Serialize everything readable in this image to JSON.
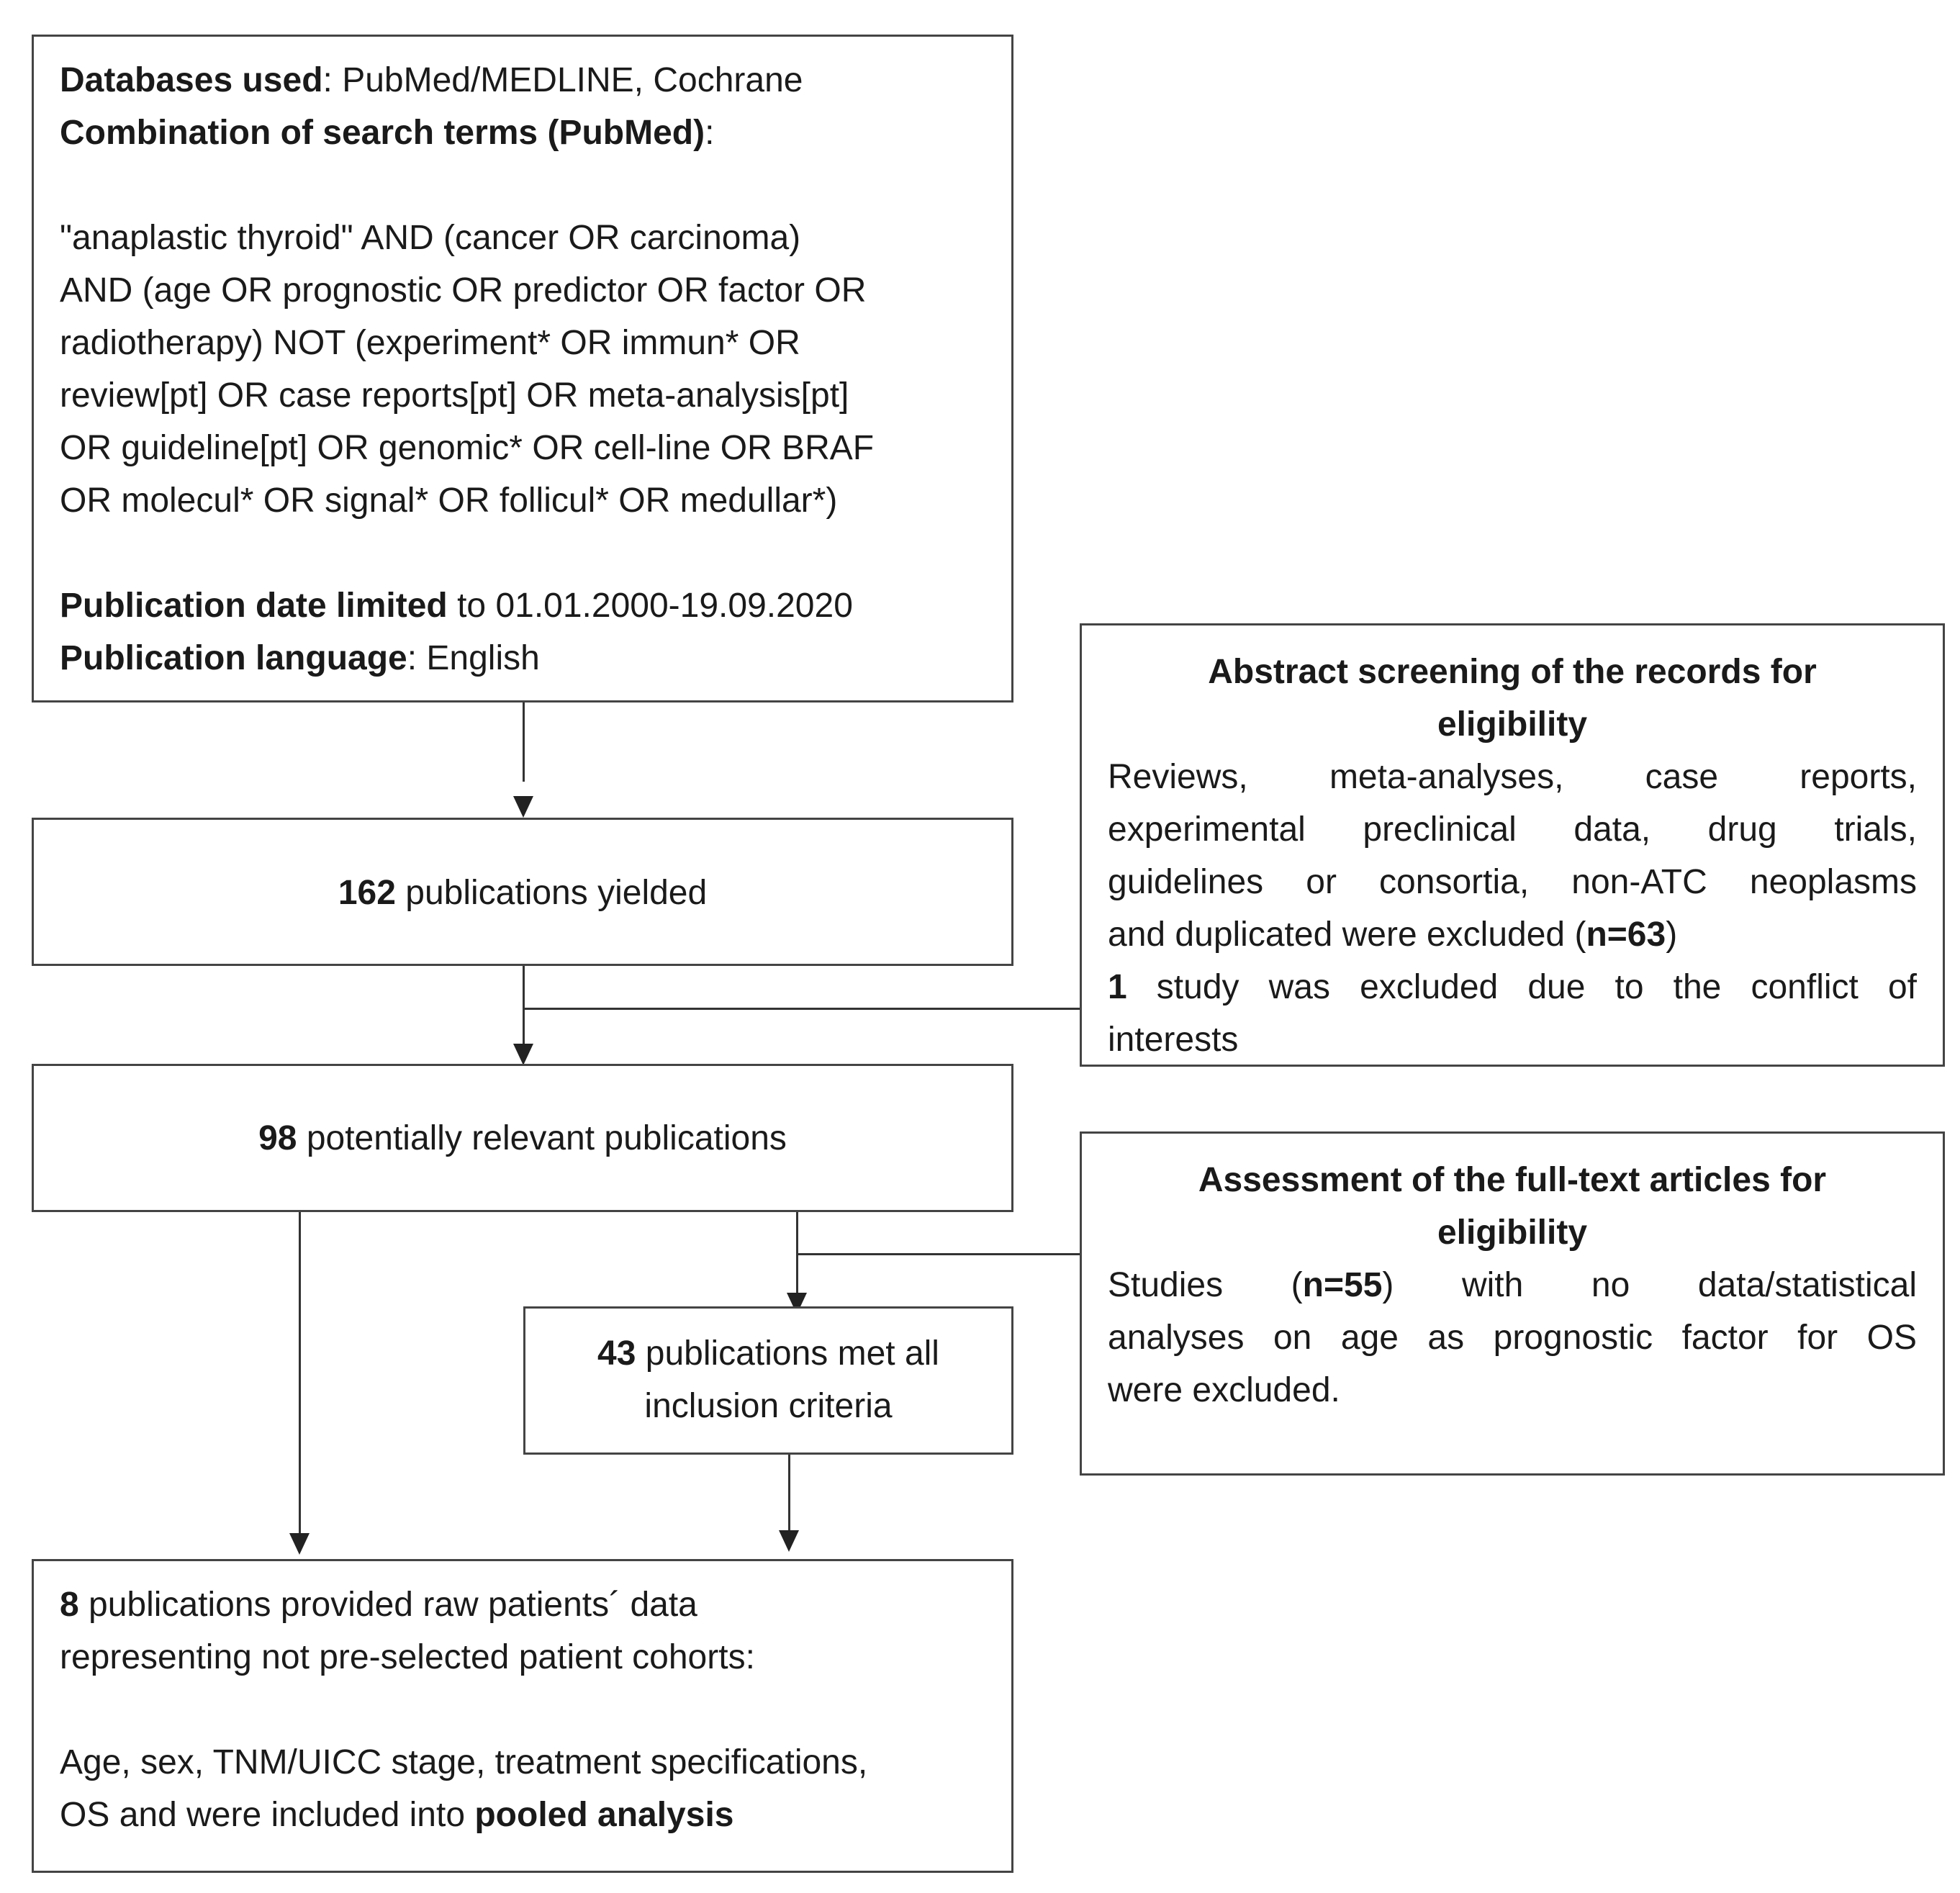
{
  "search_box": {
    "databases_label": "Databases used",
    "databases_value": ": PubMed/MEDLINE, Cochrane",
    "terms_label": "Combination of search terms (PubMed)",
    "terms_suffix": ":",
    "query_lines": [
      "\"anaplastic thyroid\" AND (cancer OR carcinoma)",
      "AND (age OR prognostic OR predictor OR factor OR",
      "radiotherapy) NOT (experiment* OR immun* OR",
      "review[pt] OR case reports[pt] OR meta-analysis[pt]",
      "OR guideline[pt] OR genomic* OR cell-line OR BRAF",
      "OR molecul* OR signal* OR follicul* OR medullar*)"
    ],
    "date_label": "Publication date limited",
    "date_value": " to 01.01.2000-19.09.2020",
    "language_label": "Publication language",
    "language_value": ": English"
  },
  "yield_box": {
    "count": "162",
    "text": " publications yielded"
  },
  "relevant_box": {
    "count": "98",
    "text": " potentially relevant publications"
  },
  "criteria_box": {
    "count": "43",
    "text_line1": " publications met all",
    "text_line2": "inclusion criteria"
  },
  "final_box": {
    "count": "8",
    "line1": " publications provided raw patients´ data",
    "line2": "representing not pre-selected patient cohorts:",
    "line3": "Age, sex, TNM/UICC stage, treatment specifications,",
    "line4_prefix": "OS and were included into ",
    "line4_bold": "pooled analysis"
  },
  "abstract_box": {
    "title_line1": "Abstract screening of the records for",
    "title_line2": "eligibility",
    "body_lines": [
      "Reviews, meta-analyses, case reports,",
      "experimental preclinical data, drug trials,",
      "guidelines or consortia, non-ATC neoplasms"
    ],
    "body_last_prefix": "and duplicated were excluded (",
    "excluded_count": "n=63",
    "body_last_suffix": ")",
    "conflict_count": "1",
    "conflict_line1": " study was excluded due to the conflict of",
    "conflict_line2": "interests"
  },
  "fulltext_box": {
    "title_line1": "Assessment of the full-text articles for",
    "title_line2": "eligibility",
    "studies_prefix": "Studies (",
    "studies_count": "n=55",
    "studies_suffix": ") with no data/statistical",
    "line2": "analyses on age as prognostic factor for OS",
    "line3": "were excluded."
  }
}
